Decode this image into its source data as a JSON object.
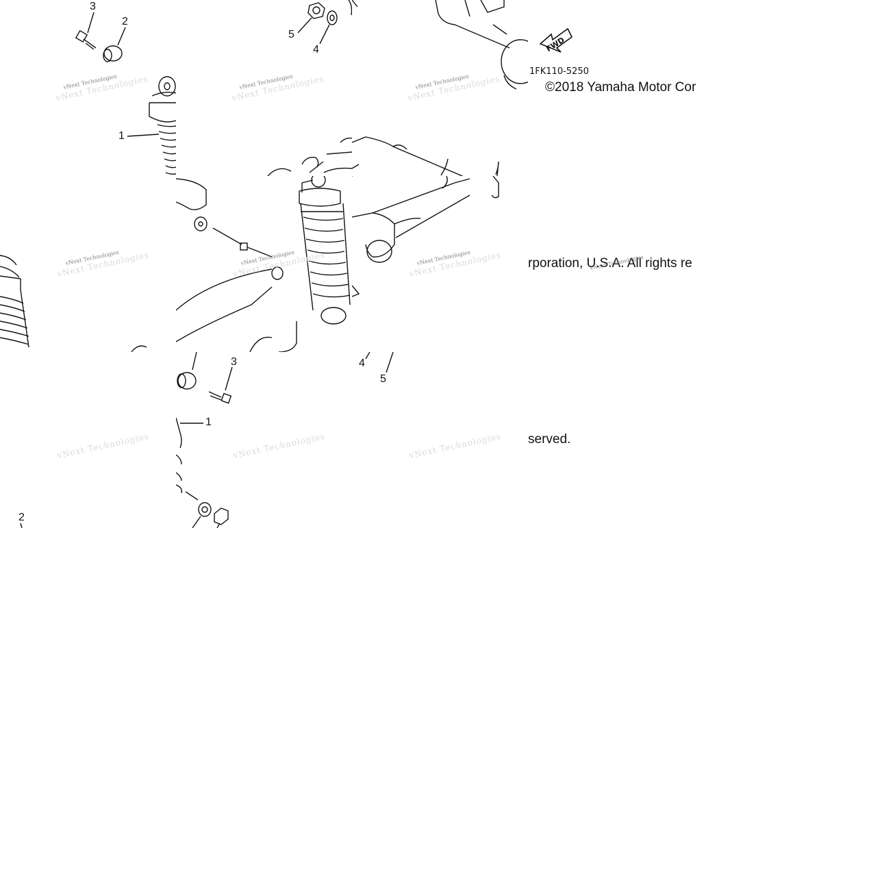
{
  "diagram": {
    "part_number": "1FK110-5250",
    "direction_label": "FWD",
    "copyright": {
      "line1": "©2018 Yamaha Motor Cor",
      "line2": "rporation, U.S.A. All rights re",
      "line3": "served."
    },
    "watermark": {
      "brand": "vNext Technologies",
      "ghost": "vNext Technologies"
    },
    "callouts": {
      "tl_3": "3",
      "tl_2": "2",
      "tl_1": "1",
      "tm_5": "5",
      "tm_4": "4",
      "mid_3": "3",
      "mid_1": "1",
      "mid_4": "4",
      "mid_5": "5",
      "bl_2": "2"
    },
    "colors": {
      "line": "#111111",
      "background": "#ffffff",
      "watermark": "#6b6b6b"
    }
  }
}
